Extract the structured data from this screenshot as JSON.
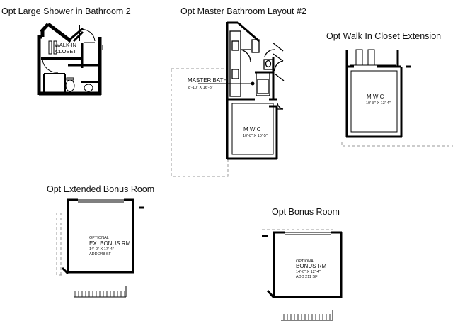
{
  "captions": {
    "shower": "Opt Large Shower in Bathroom 2",
    "master": "Opt Master Bathroom Layout #2",
    "closet": "Opt Walk In Closet Extension",
    "extended_bonus": "Opt Extended Bonus Room",
    "bonus": "Opt Bonus Room"
  },
  "rooms": {
    "walkin_closet": {
      "line1": "WALK-IN",
      "line2": "CLOSET"
    },
    "master_bath": {
      "name": "MASTER BATH",
      "dims": "8'-10\" X 16'-8\""
    },
    "master_wic": {
      "name": "M WIC",
      "dims": "10'-8\" X 10'-5\""
    },
    "ext_wic": {
      "name": "M WIC",
      "dims": "10'-8\" X 13'-4\""
    },
    "ext_bonus": {
      "line1": "OPTIONAL",
      "line2": "EX. BONUS RM",
      "dims": "14'-0\" X 17'-4\"",
      "add": "ADD 248 SF"
    },
    "bonus": {
      "line1": "OPTIONAL",
      "line2": "BONUS RM",
      "dims": "14'-0\" X 12'-4\"",
      "add": "ADD 211 SF"
    }
  }
}
